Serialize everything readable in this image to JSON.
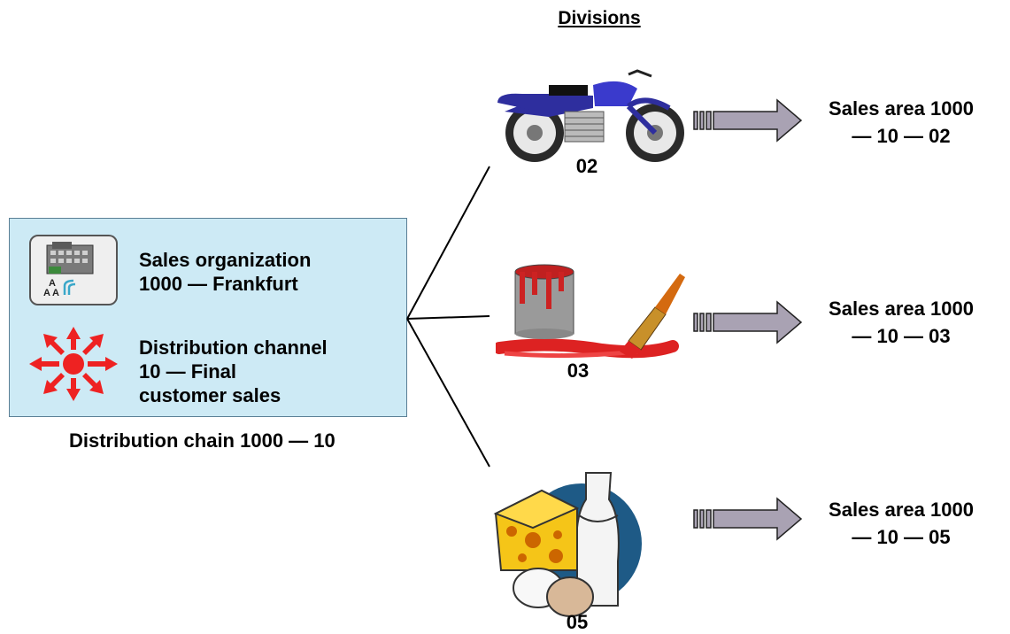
{
  "title": "Divisions",
  "sales_org": {
    "line1": "Sales organization",
    "line2": "1000 — Frankfurt"
  },
  "distribution_channel": {
    "line1": "Distribution channel",
    "line2": "10 — Final",
    "line3": "customer sales"
  },
  "distribution_chain": "Distribution chain 1000 — 10",
  "divisions": [
    {
      "code": "02",
      "icon": "motorcycle-icon",
      "sales_area_line1": "Sales area 1000",
      "sales_area_line2": "— 10 — 02"
    },
    {
      "code": "03",
      "icon": "paint-bucket-brush-icon",
      "sales_area_line1": "Sales area 1000",
      "sales_area_line2": "— 10 — 03"
    },
    {
      "code": "05",
      "icon": "dairy-food-icon",
      "sales_area_line1": "Sales area 1000",
      "sales_area_line2": "— 10 — 05"
    }
  ],
  "colors": {
    "box_fill": "#cdeaf5",
    "arrow_fill": "#a9a2b3",
    "channel_icon": "#ee2222",
    "motorcycle_body": "#2e2e9e",
    "paint_red": "#dd2222"
  }
}
